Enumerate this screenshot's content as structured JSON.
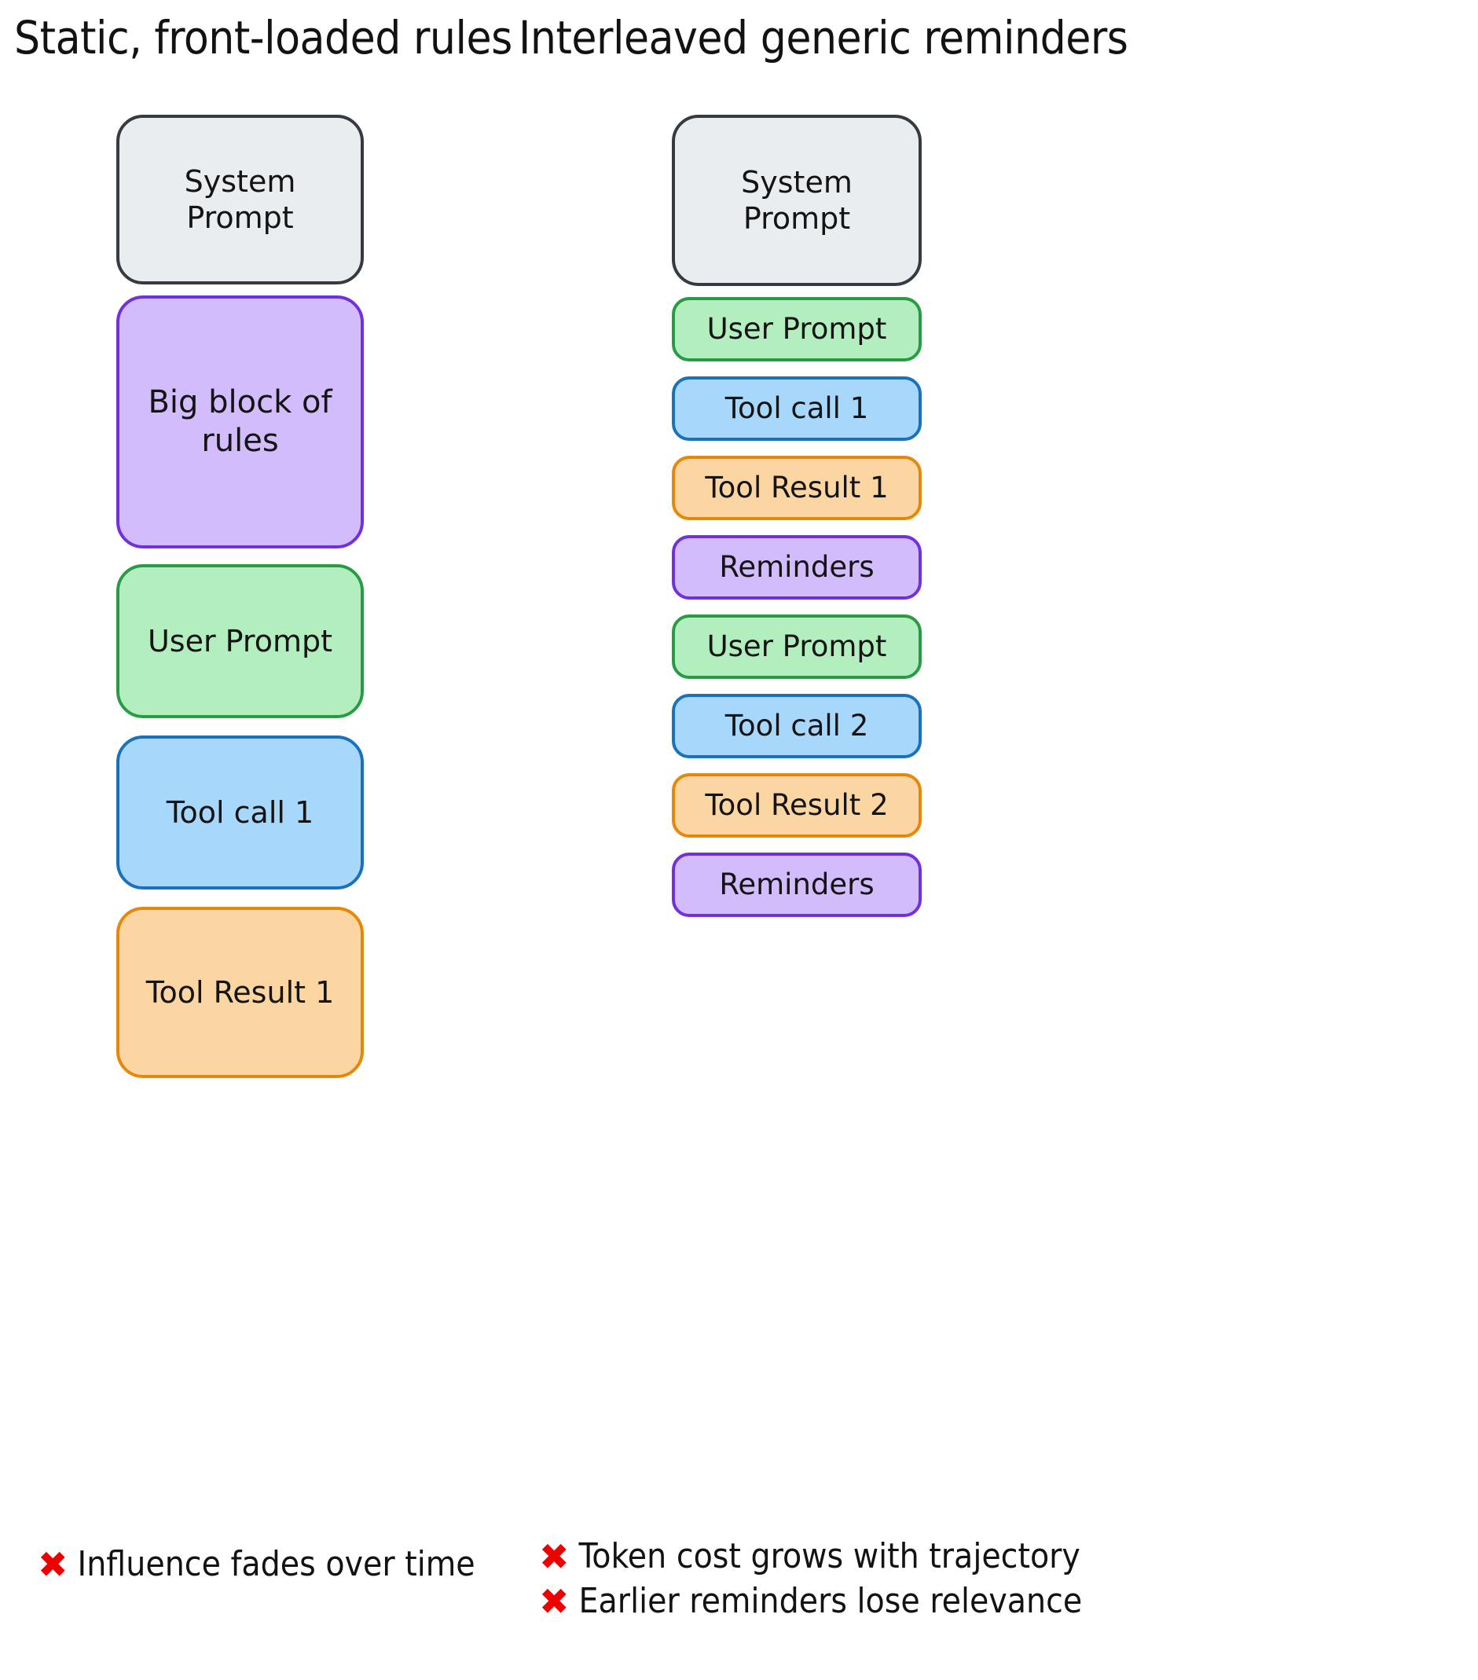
{
  "columns": [
    {
      "title": "Static, front-loaded rules",
      "nodes": [
        {
          "label": "System Prompt",
          "color": "gray",
          "icon": "rounded-box"
        },
        {
          "label": "Big block of rules",
          "color": "purple",
          "icon": "rounded-box"
        },
        {
          "label": "User Prompt",
          "color": "green",
          "icon": "rounded-box"
        },
        {
          "label": "Tool call 1",
          "color": "blue",
          "icon": "rounded-box"
        },
        {
          "label": "Tool Result 1",
          "color": "orange",
          "icon": "rounded-box"
        }
      ],
      "footnotes": [
        {
          "icon": "red-x-icon",
          "glyph": "✖",
          "text": "Influence fades over time"
        }
      ]
    },
    {
      "title": "Interleaved generic reminders",
      "nodes": [
        {
          "label": "System Prompt",
          "color": "gray",
          "icon": "rounded-box"
        },
        {
          "label": "User Prompt",
          "color": "green",
          "icon": "rounded-box"
        },
        {
          "label": "Tool call 1",
          "color": "blue",
          "icon": "rounded-box"
        },
        {
          "label": "Tool Result 1",
          "color": "orange",
          "icon": "rounded-box"
        },
        {
          "label": "Reminders",
          "color": "purple",
          "icon": "rounded-box"
        },
        {
          "label": "User Prompt",
          "color": "green",
          "icon": "rounded-box"
        },
        {
          "label": "Tool call 2",
          "color": "blue",
          "icon": "rounded-box"
        },
        {
          "label": "Tool Result 2",
          "color": "orange",
          "icon": "rounded-box"
        },
        {
          "label": "Reminders",
          "color": "purple",
          "icon": "rounded-box"
        }
      ],
      "footnotes": [
        {
          "icon": "red-x-icon",
          "glyph": "✖",
          "text": "Token cost grows with trajectory"
        },
        {
          "icon": "red-x-icon",
          "glyph": "✖",
          "text": "Earlier reminders lose relevance"
        }
      ]
    }
  ],
  "palette": {
    "gray_fill": "#e9edef",
    "gray_stroke": "#363c42",
    "purple_fill": "#d2bcfb",
    "purple_stroke": "#7431e0",
    "green_fill": "#b3efbe",
    "green_stroke": "#2a9d47",
    "blue_fill": "#a7d8fb",
    "blue_stroke": "#1a74bd",
    "orange_fill": "#fbd6a2",
    "orange_stroke": "#e98a0a",
    "x_red": "#ee0000",
    "text": "#121212",
    "background": "#ffffff"
  }
}
